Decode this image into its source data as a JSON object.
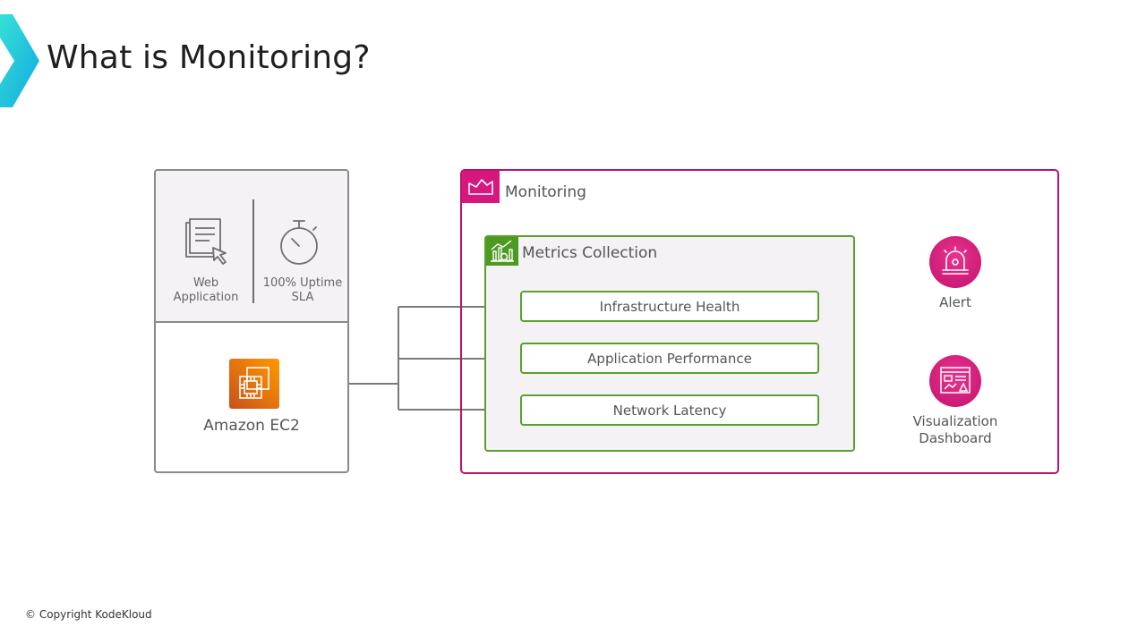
{
  "title": "What is Monitoring?",
  "app": {
    "web_label": "Web Application",
    "sla_label": "100% Uptime SLA",
    "ec2_label": "Amazon EC2"
  },
  "monitoring": {
    "title": "Monitoring",
    "metrics": {
      "title": "Metrics Collection",
      "items": [
        "Infrastructure Health",
        "Application Performance",
        "Network Latency"
      ]
    },
    "alert_label": "Alert",
    "dashboard_label": "Visualization Dashboard"
  },
  "footer": {
    "copyright": "© Copyright KodeKloud"
  },
  "colors": {
    "monitoring_accent": "#d6177d",
    "metrics_accent": "#5aa02c",
    "ec2_orange": "#ff9900",
    "logo_cyan": "#2fd2d9"
  },
  "icons": {
    "web_app": "document-cursor-icon",
    "sla": "stopwatch-icon",
    "ec2": "ec2-chip-icon",
    "monitoring": "area-chart-icon",
    "metrics": "chart-search-icon",
    "alert": "alarm-bell-icon",
    "dashboard": "dashboard-icon"
  }
}
